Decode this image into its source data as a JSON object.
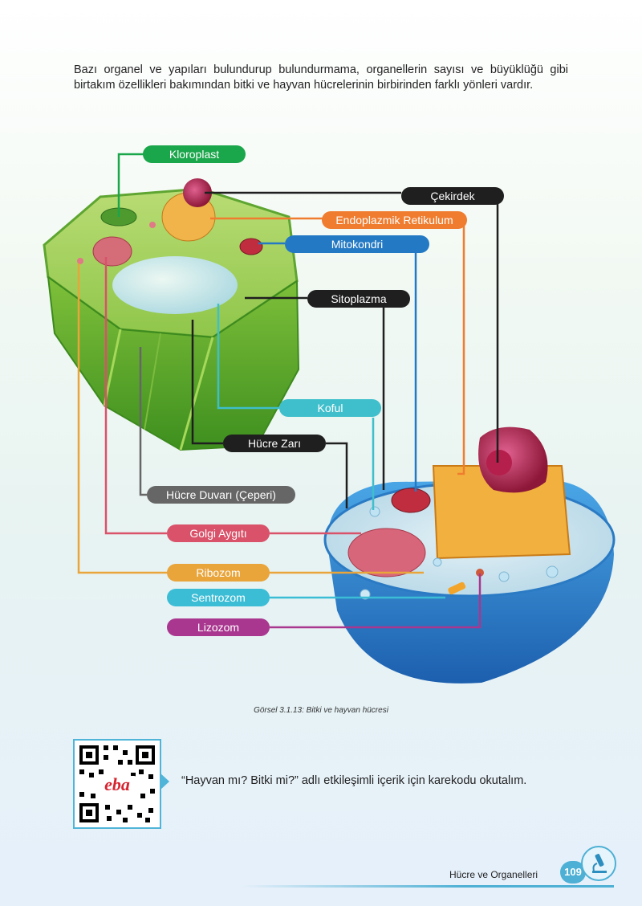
{
  "intro_text": "Bazı organel ve yapıları bulundurup bulundurmama, organellerin sayısı ve büyüklüğü gibi birtakım özellikleri bakımından bitki ve hayvan hücrelerinin birbirinden farklı yönleri vardır.",
  "labels": {
    "kloroplast": "Kloroplast",
    "cekirdek": "Çekirdek",
    "endoplazmik": "Endoplazmik Retikulum",
    "mitokondri": "Mitokondri",
    "sitoplazma": "Sitoplazma",
    "koful": "Koful",
    "hucre_zari": "Hücre Zarı",
    "hucre_duvari": "Hücre Duvarı (Çeperi)",
    "golgi": "Golgi Aygıtı",
    "ribozom": "Ribozom",
    "sentrozom": "Sentrozom",
    "lizozom": "Lizozom"
  },
  "colors": {
    "kloroplast": "#1aa64a",
    "cekirdek": "#1f1f1f",
    "endoplazmik": "#f07c2f",
    "mitokondri": "#2479c4",
    "sitoplazma": "#1f1f1f",
    "koful": "#3fbfcc",
    "hucre_zari": "#1f1f1f",
    "hucre_duvari": "#666666",
    "golgi": "#d9526a",
    "ribozom": "#e9a43a",
    "sentrozom": "#3bbdd6",
    "lizozom": "#a9378f"
  },
  "caption": "Görsel 3.1.13: Bitki ve hayvan hücresi",
  "qr": {
    "logo_text": "eba",
    "prompt": "“Hayvan mı? Bitki mi?” adlı etkileşimli içerik için karekodu okutalım."
  },
  "footer": {
    "section": "Hücre ve Organelleri",
    "page": "109"
  }
}
